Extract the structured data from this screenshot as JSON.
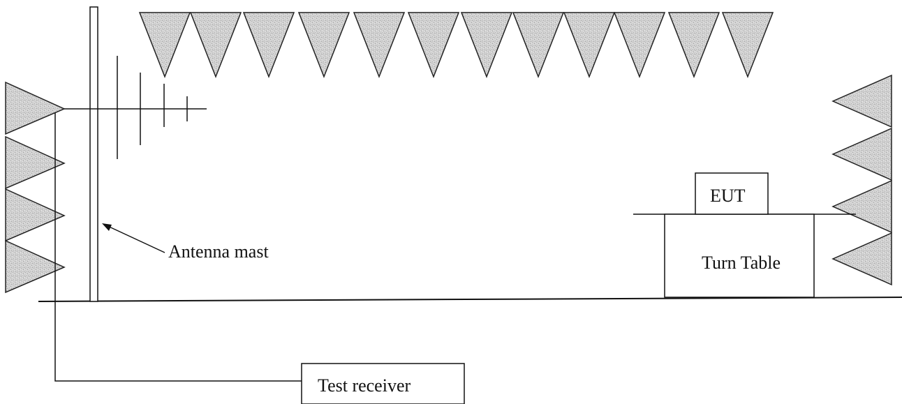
{
  "labels": {
    "antenna_mast": "Antenna mast",
    "eut": "EUT",
    "turn_table": "Turn Table",
    "test_receiver": "Test receiver"
  },
  "colors": {
    "absorber_fill": "#c8c8c8",
    "stroke": "#111111",
    "background": "#ffffff"
  }
}
